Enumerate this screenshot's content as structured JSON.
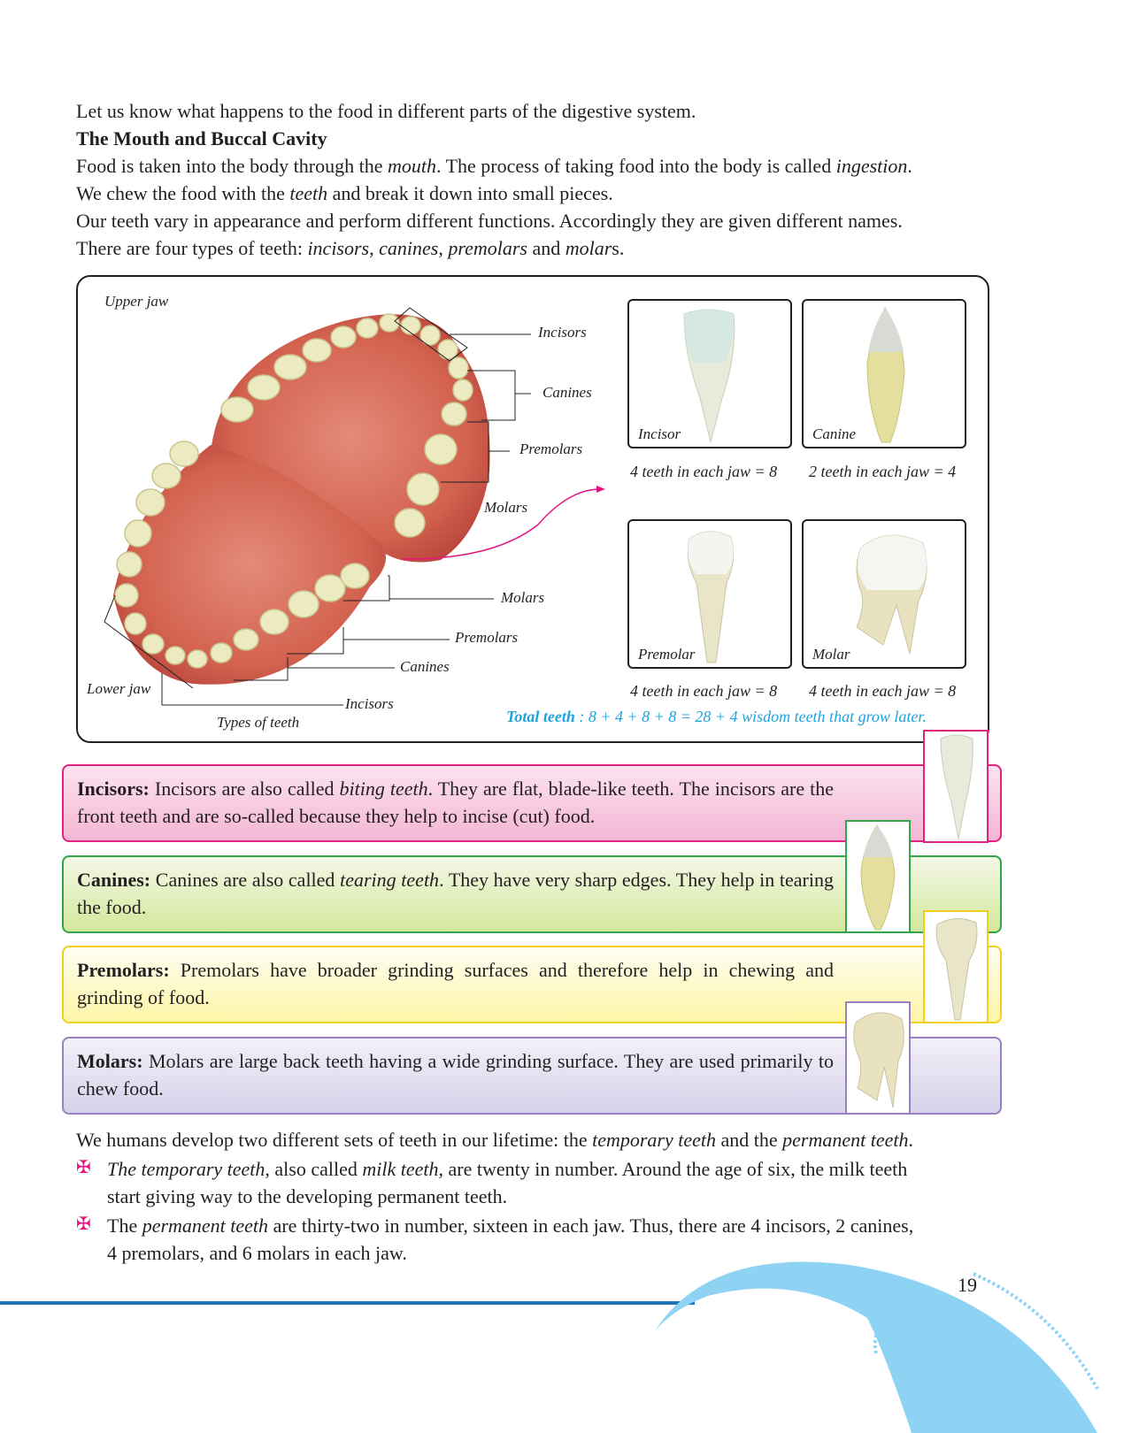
{
  "intro": [
    [
      {
        "t": "Let us know what happens to the food in different parts of the digestive system."
      }
    ],
    [
      {
        "t": "The Mouth and Buccal Cavity",
        "b": true
      }
    ],
    [
      {
        "t": "Food is taken into the body through the "
      },
      {
        "t": "mouth",
        "i": true
      },
      {
        "t": ". The process of taking food into the body is called "
      },
      {
        "t": "ingestion",
        "i": true
      },
      {
        "t": "."
      }
    ],
    [
      {
        "t": "We chew the food with the "
      },
      {
        "t": "teeth",
        "i": true
      },
      {
        "t": " and break it down into small pieces."
      }
    ],
    [
      {
        "t": "Our teeth vary in appearance and perform different functions. Accordingly they are given different names."
      }
    ],
    [
      {
        "t": "There are four types of teeth: "
      },
      {
        "t": "incisors",
        "i": true
      },
      {
        "t": ", "
      },
      {
        "t": "canines",
        "i": true
      },
      {
        "t": ", "
      },
      {
        "t": "premolars",
        "i": true
      },
      {
        "t": " and "
      },
      {
        "t": "molar",
        "i": true
      },
      {
        "t": "s."
      }
    ]
  ],
  "figure": {
    "upper_jaw": "Upper jaw",
    "lower_jaw": "Lower jaw",
    "caption": "Types of teeth",
    "upper_labels": [
      "Incisors",
      "Canines",
      "Premolars",
      "Molars"
    ],
    "lower_labels": [
      "Molars",
      "Premolars",
      "Canines",
      "Incisors"
    ],
    "cards": [
      {
        "name": "Incisor",
        "caption": "4 teeth in each jaw = 8"
      },
      {
        "name": "Canine",
        "caption": "2 teeth in each jaw = 4"
      },
      {
        "name": "Premolar",
        "caption": "4 teeth in each jaw = 8"
      },
      {
        "name": "Molar",
        "caption": "4 teeth in each jaw = 8"
      }
    ],
    "total_label": "Total teeth",
    "total_text": " : 8 + 4 + 8 + 8 = 28 + 4 wisdom teeth that grow later."
  },
  "info_boxes": [
    {
      "lines": [
        [
          {
            "t": "Incisors:",
            "b": true
          },
          {
            "t": " Incisors are also called "
          },
          {
            "t": "biting teeth",
            "i": true
          },
          {
            "t": ". They are flat, blade-like teeth. The incisors are the front teeth and are so-called because they help to incise (cut) food."
          }
        ]
      ],
      "border": "#e2227f"
    },
    {
      "lines": [
        [
          {
            "t": "Canines:",
            "b": true
          },
          {
            "t": " Canines are also called "
          },
          {
            "t": "tearing teeth",
            "i": true
          },
          {
            "t": ". They have very sharp edges. They help in tearing the food."
          }
        ]
      ],
      "border": "#2fa64a"
    },
    {
      "lines": [
        [
          {
            "t": "Premolars:",
            "b": true
          },
          {
            "t": " Premolars have broader grinding surfaces and therefore help in chewing and grinding of food."
          }
        ]
      ],
      "border": "#f2cf1b"
    },
    {
      "lines": [
        [
          {
            "t": "Molars:",
            "b": true
          },
          {
            "t": " Molars are large back teeth having a wide grinding surface. They are used primarily to chew food."
          }
        ]
      ],
      "border": "#9b7fc0"
    }
  ],
  "outro": [
    [
      {
        "t": "We humans develop two different sets of teeth in our lifetime: the "
      },
      {
        "t": "temporary teeth",
        "i": true
      },
      {
        "t": " and the "
      },
      {
        "t": "permanent teeth",
        "i": true
      },
      {
        "t": "."
      }
    ],
    [
      {
        "t": "The temporary teeth",
        "i": true
      },
      {
        "t": ", also called "
      },
      {
        "t": "milk teeth",
        "i": true
      },
      {
        "t": ", are twenty in number. Around the age of six, the milk teeth"
      }
    ],
    [
      {
        "t": "start giving way to the developing permanent teeth."
      }
    ],
    [
      {
        "t": "The "
      },
      {
        "t": "permanent teeth",
        "i": true
      },
      {
        "t": " are thirty-two in number, sixteen in each jaw. Thus, there are 4 incisors, 2 canines,"
      }
    ],
    [
      {
        "t": "4 premolars, and 6 molars in each jaw."
      }
    ]
  ],
  "bullet_icon": "maltese-cross-icon",
  "bullet_glyph": "✠",
  "page_number": "19",
  "colors": {
    "accent_blue": "#1c75bc",
    "wave": "#8fd3f4",
    "pink": "#e5157f",
    "total": "#1ea3dc"
  }
}
